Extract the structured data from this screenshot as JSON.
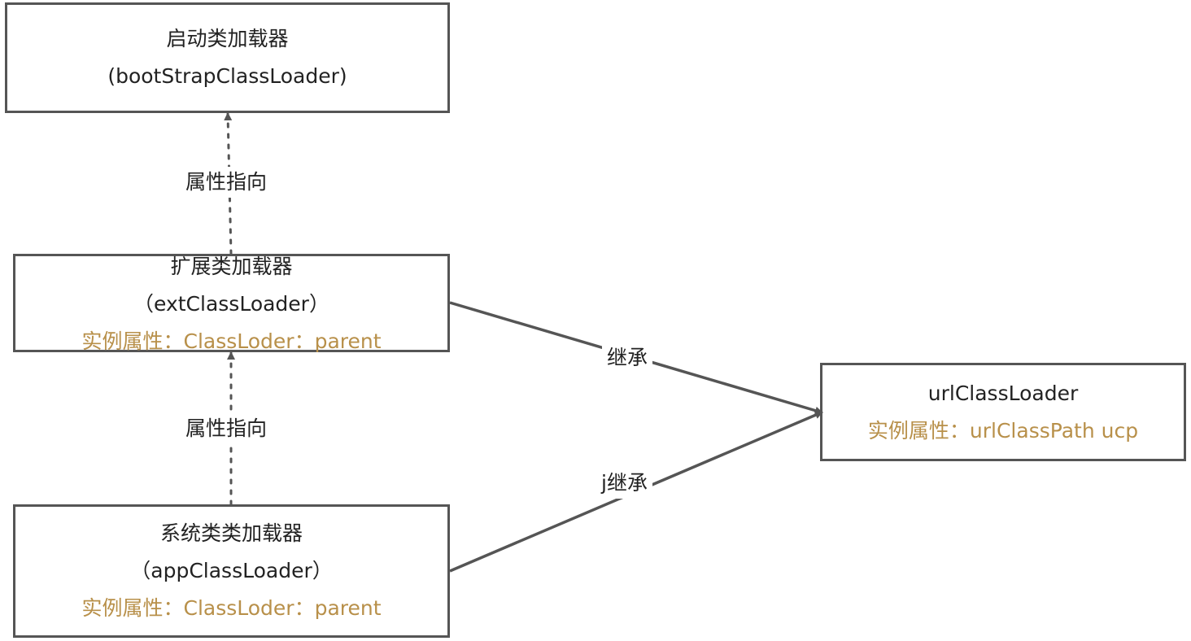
{
  "nodes": {
    "bootstrap": {
      "line1": "启动类加载器",
      "line2": "(bootStrapClassLoader)"
    },
    "ext": {
      "line1": "扩展类加载器",
      "line2": "（extClassLoader）",
      "attr": "实例属性：ClassLoder：parent"
    },
    "app": {
      "line1": "系统类类加载器",
      "line2": "（appClassLoader）",
      "attr": "实例属性：ClassLoder：parent"
    },
    "url": {
      "line1": "urlClassLoader",
      "attr": "实例属性：urlClassPath ucp"
    }
  },
  "edges": {
    "ext_to_bootstrap": "属性指向",
    "app_to_ext": "属性指向",
    "ext_inherits_url": "继承",
    "app_inherits_url": "j继承"
  },
  "colors": {
    "border": "#555555",
    "attribute_text": "#b8904a",
    "text": "#222222"
  }
}
